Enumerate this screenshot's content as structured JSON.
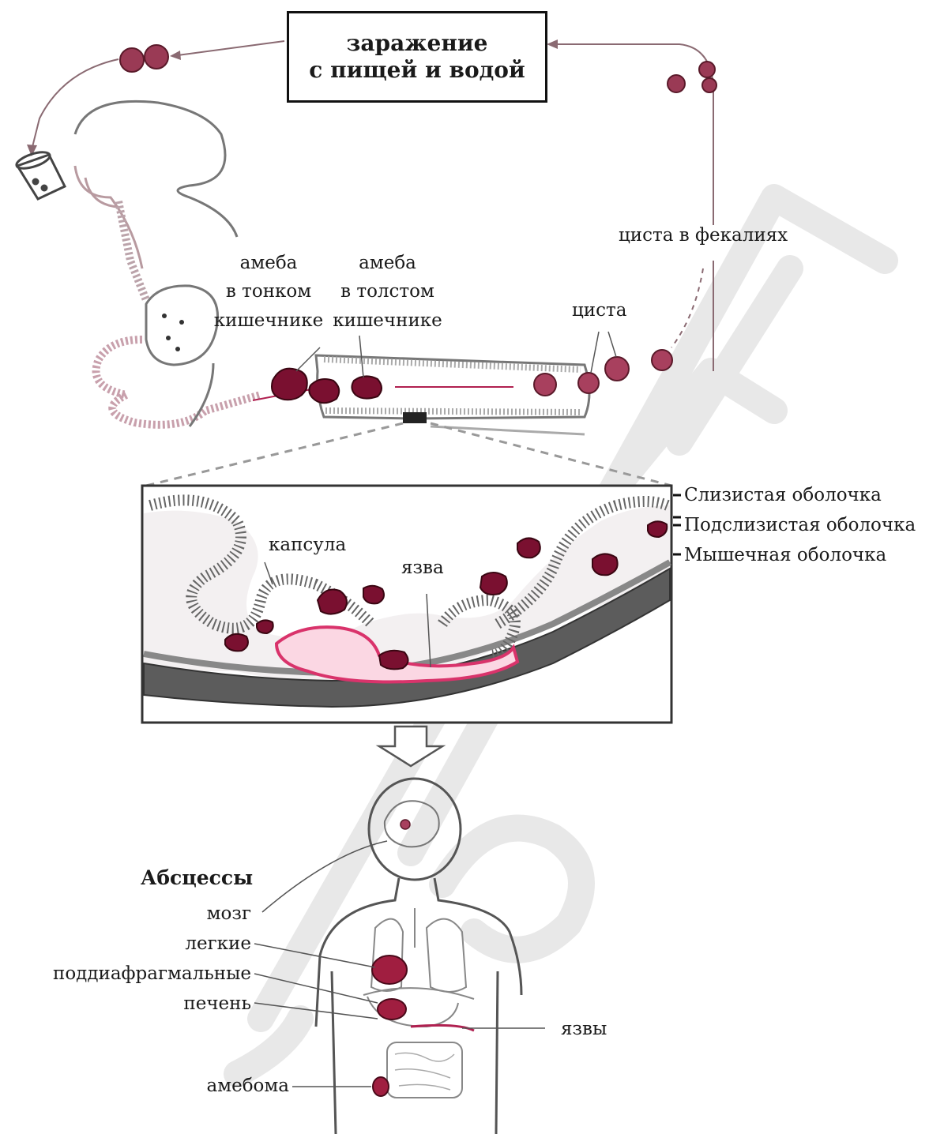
{
  "infection": {
    "line1": "заражение",
    "line2": "с пищей и водой"
  },
  "lifecycle_labels": {
    "cyst_in_feces": "циста в фекалиях",
    "amoeba_small_line1": "амеба",
    "amoeba_small_line2": "в тонком",
    "amoeba_small_line3": "кишечнике",
    "amoeba_large_line1": "амеба",
    "amoeba_large_line2": "в толстом",
    "amoeba_large_line3": "кишечнике",
    "cyst": "циста"
  },
  "section_labels": {
    "capsule": "капсула",
    "ulcer": "язва",
    "mucosa": "Слизистая оболочка",
    "submucosa": "Подслизистая оболочка",
    "muscularis": "Мышечная оболочка"
  },
  "abscesses": {
    "title": "Абсцессы",
    "brain": "мозг",
    "lungs": "легкие",
    "subdiaphragmatic": "поддиафрагмальные",
    "liver": "печень",
    "amoeboma": "амебома",
    "ulcers": "язвы"
  },
  "colors": {
    "amoeba": "#7a1030",
    "cyst": "#a8405e",
    "ulcer": "#d9336b",
    "muscle": "#555555",
    "watermark": "#e6e6e6"
  }
}
